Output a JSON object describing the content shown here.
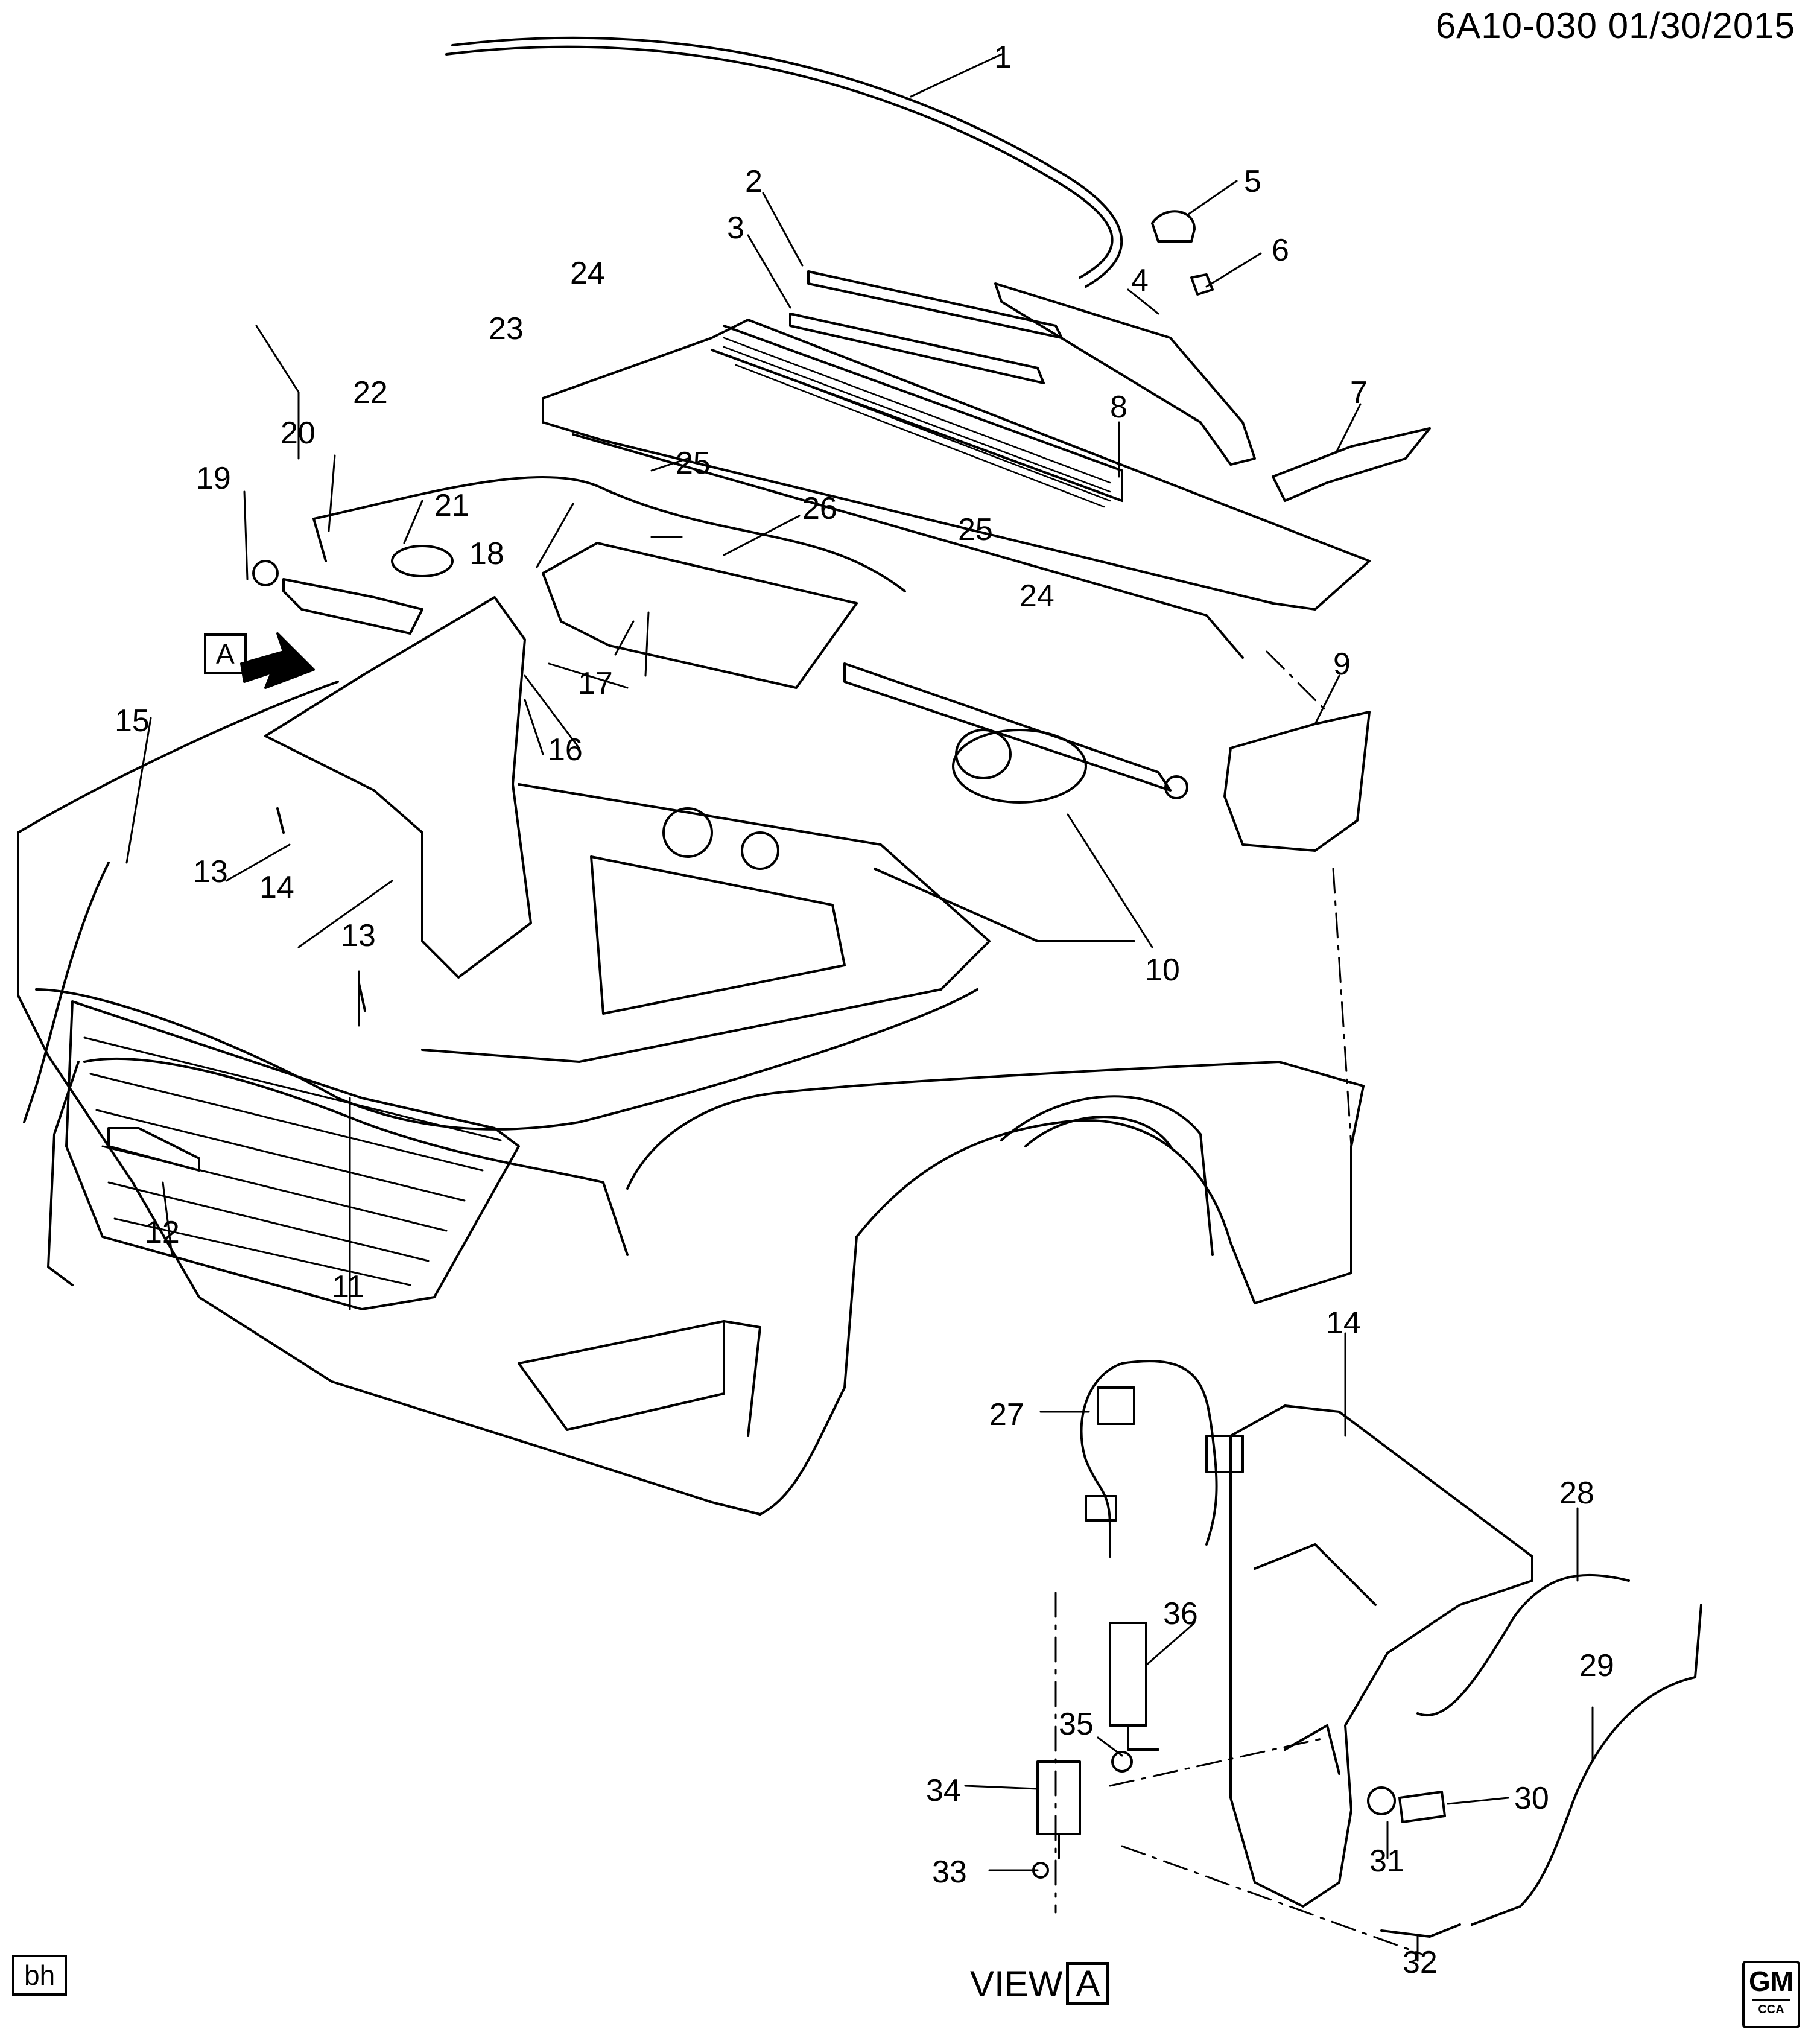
{
  "header": {
    "doc_id": "6A10-030  01/30/2015"
  },
  "footer": {
    "initials": "bh",
    "view_word": "VIEW",
    "view_letter": "A"
  },
  "logo": {
    "top": "GM",
    "bottom": "CCA"
  },
  "callouts": [
    "1",
    "2",
    "3",
    "4",
    "5",
    "6",
    "7",
    "8",
    "9",
    "10",
    "11",
    "12",
    "13",
    "13",
    "14",
    "14",
    "15",
    "16",
    "17",
    "18",
    "19",
    "20",
    "21",
    "22",
    "23",
    "24",
    "24",
    "25",
    "25",
    "26",
    "27",
    "28",
    "29",
    "30",
    "31",
    "32",
    "33",
    "34",
    "35",
    "36"
  ],
  "view_marker": "A"
}
